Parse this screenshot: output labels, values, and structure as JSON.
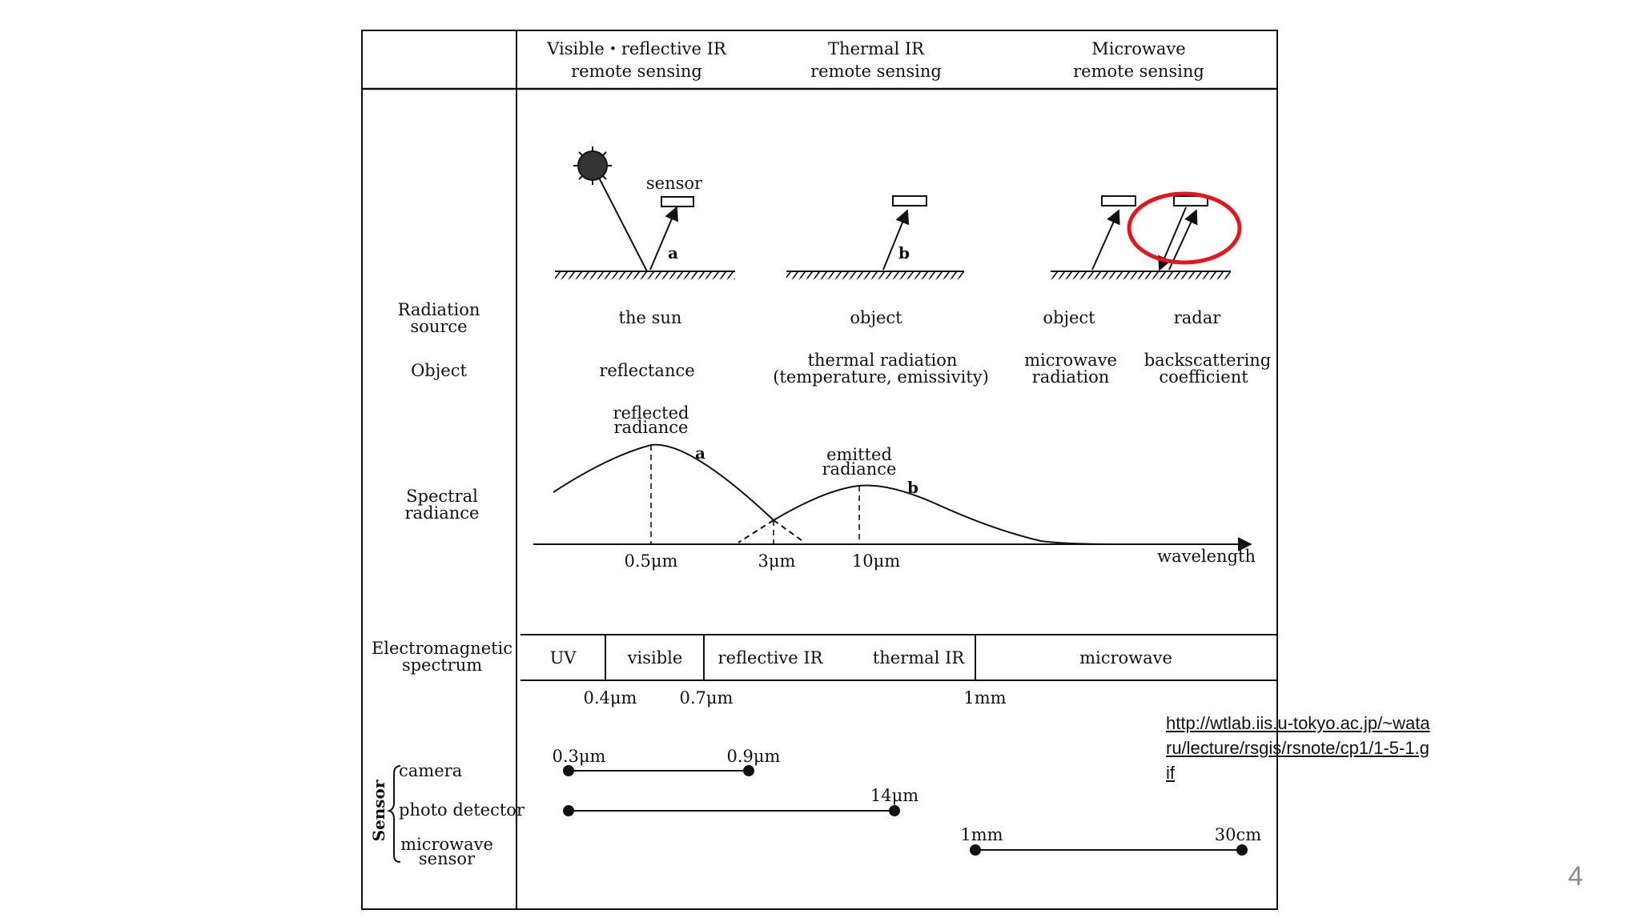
{
  "header": {
    "col1": [
      "Visible・reflective IR",
      "remote sensing"
    ],
    "col2": [
      "Thermal IR",
      "remote sensing"
    ],
    "col3": [
      "Microwave",
      "remote sensing"
    ]
  },
  "row_labels": {
    "radiation_source": [
      "Radiation",
      "source"
    ],
    "object": "Object",
    "spectral_radiance": [
      "Spectral",
      "radiance"
    ],
    "em_spectrum": [
      "Electromagnetic",
      "spectrum"
    ],
    "sensor": "Sensor"
  },
  "scene": {
    "sensor_label": "sensor",
    "path_a": "a",
    "path_b": "b",
    "highlight_color": "#e8141c"
  },
  "sources": {
    "sun": "the sun",
    "object_thermal": "object",
    "object_microwave": "object",
    "radar": "radar"
  },
  "objects": {
    "reflectance": "reflectance",
    "thermal": [
      "thermal radiation",
      "(temperature, emissivity)"
    ],
    "microwave": [
      "microwave",
      "radiation"
    ],
    "backscatter": [
      "backscattering",
      "coefficient"
    ]
  },
  "spectral": {
    "reflected": [
      "reflected",
      "radiance"
    ],
    "emitted": [
      "emitted",
      "radiance"
    ],
    "curve_a": "a",
    "curve_b": "b",
    "ticks": [
      "0.5μm",
      "3μm",
      "10μm"
    ],
    "axis": "wavelength"
  },
  "em_bands": [
    "UV",
    "visible",
    "reflective IR",
    "thermal IR",
    "microwave"
  ],
  "em_bounds": [
    "0.4μm",
    "0.7μm",
    "1mm"
  ],
  "sensors": {
    "camera": "camera",
    "photo_detector": "photo detector",
    "microwave": [
      "microwave",
      "sensor"
    ],
    "camera_range": [
      "0.3μm",
      "0.9μm"
    ],
    "photo_end": "14μm",
    "microwave_range": [
      "1mm",
      "30cm"
    ]
  },
  "source_url": "http://wtlab.iis.u-tokyo.ac.jp/~wataru/lecture/rsgis/rsnote/cp1/1-5-1.gif",
  "page_number": "4"
}
